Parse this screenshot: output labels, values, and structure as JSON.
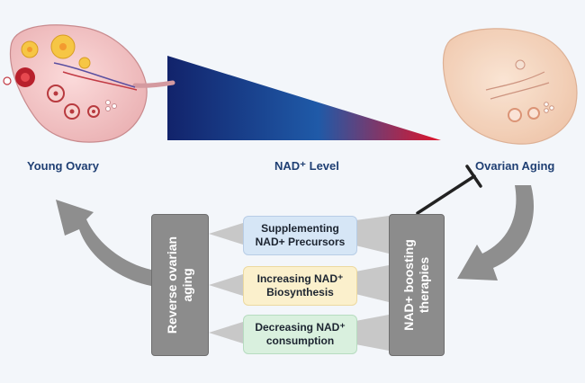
{
  "labels": {
    "young": "Young Ovary",
    "nad_level": "NAD⁺ Level",
    "aging": "Ovarian Aging"
  },
  "left_box": {
    "line1": "Reverse ovarian",
    "line2": "aging"
  },
  "right_box": {
    "line1": "NAD+ boosting",
    "line2": "therapies"
  },
  "boxes": [
    {
      "line1": "Supplementing",
      "line2": "NAD+ Precursors"
    },
    {
      "line1": "Increasing NAD⁺",
      "line2": "Biosynthesis"
    },
    {
      "line1": "Decreasing NAD⁺",
      "line2": "consumption"
    }
  ],
  "colors": {
    "gradient_start": "#12236b",
    "gradient_mid": "#1f5aa8",
    "gradient_end": "#e0142a",
    "box1": "#d6e6f6",
    "box2": "#fbf0cc",
    "box3": "#d9f0de",
    "therapy_box": "#8c8c8c",
    "label_text": "#1f3f73"
  },
  "icons": [
    "young-ovary-illustration",
    "aged-ovary-illustration",
    "inhibition-arrow",
    "curved-arrow-left",
    "curved-arrow-right"
  ]
}
